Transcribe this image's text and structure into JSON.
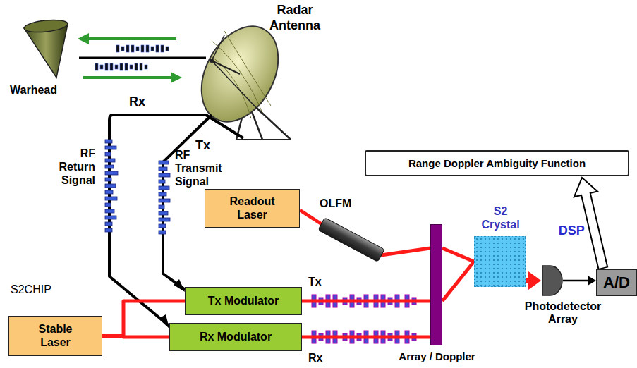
{
  "diagram": {
    "nodes": [
      {
        "text": [
          "S2CHIP"
        ]
      },
      {
        "text": [
          "Readout Laser"
        ],
        "in": 0
      },
      {
        "text": [
          "OLFM"
        ],
        "in": 0
      },
      {
        "text": [
          "Stable Laser"
        ],
        "in": 0
      },
      {
        "text": [
          "Tx Modulator"
        ],
        "in": 0
      },
      {
        "text": [
          "Rx Modulator"
        ],
        "in": 0
      },
      {
        "text": [
          "Array / Doppler"
        ],
        "in": 0
      },
      {
        "text": [
          "S2 Crystal"
        ],
        "in": 0
      },
      {
        "text": [
          "Photodetector Array"
        ],
        "in": 0
      },
      {
        "text": [
          "A/D"
        ]
      },
      {
        "text": [
          "Range Doppler Ambiguity Function"
        ]
      }
    ],
    "edges": [
      {
        "from": 3,
        "to": 4,
        "arrow": "none"
      },
      {
        "from": 3,
        "to": 5,
        "arrow": "none"
      },
      {
        "from": 4,
        "to": 6,
        "arrow": "none"
      },
      {
        "from": 5,
        "to": 6,
        "arrow": "none"
      },
      {
        "from": 1,
        "to": 2,
        "arrow": "none"
      },
      {
        "from": 2,
        "to": 6,
        "arrow": "none"
      },
      {
        "from": 6,
        "to": 7,
        "arrow": "none"
      },
      {
        "from": 7,
        "to": 8,
        "arrow": "to"
      },
      {
        "from": 8,
        "to": 9,
        "arrow": "to"
      },
      {
        "from": 9,
        "to": 10,
        "label": "DSP",
        "arrow": "to"
      }
    ],
    "labels": [
      "Radar Antenna",
      "Warhead",
      "Rx",
      "Tx",
      "RF Return Signal",
      "RF Transmit Signal",
      "Tx",
      "Rx"
    ]
  }
}
